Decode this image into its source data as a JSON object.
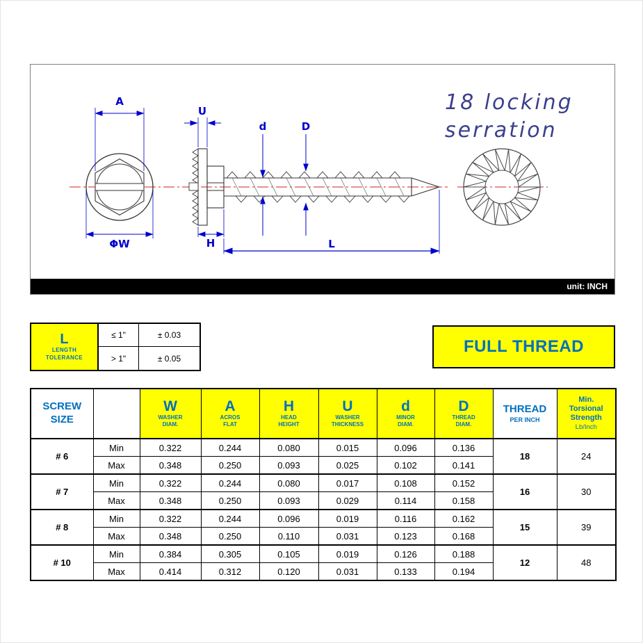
{
  "drawing": {
    "dim_labels": {
      "a": "A",
      "w": "ΦW",
      "u": "U",
      "d": "d",
      "big_d": "D",
      "h": "H",
      "l": "L"
    },
    "serration_note": {
      "line1": "18 locking",
      "line2": "serration"
    },
    "unit_label": "unit: INCH"
  },
  "tolerance_box": {
    "symbol": "L",
    "label_line1": "LENGTH",
    "label_line2": "TOLERANCE",
    "rows": [
      {
        "condition": "≤ 1\"",
        "value": "± 0.03"
      },
      {
        "condition": "> 1\"",
        "value": "± 0.05"
      }
    ]
  },
  "full_thread": {
    "label": "FULL THREAD"
  },
  "spec_table": {
    "screw_size_header": {
      "line1": "SCREW",
      "line2": "SIZE"
    },
    "dim_columns": [
      {
        "symbol": "W",
        "sub1": "WASHER",
        "sub2": "DIAM."
      },
      {
        "symbol": "A",
        "sub1": "ACROS",
        "sub2": "FLAT"
      },
      {
        "symbol": "H",
        "sub1": "HEAD",
        "sub2": "HEIGHT"
      },
      {
        "symbol": "U",
        "sub1": "WASHER",
        "sub2": "THICKNESS"
      },
      {
        "symbol": "d",
        "sub1": "MINOR",
        "sub2": "DIAM."
      },
      {
        "symbol": "D",
        "sub1": "THREAD",
        "sub2": "DIAM."
      }
    ],
    "thread_header": {
      "line1": "THREAD",
      "line2": "PER INCH"
    },
    "torsional_header": {
      "line1": "Min.",
      "line2": "Torsional",
      "line3": "Strength",
      "line4": "Lb/Inch"
    },
    "row_labels": {
      "min": "Min",
      "max": "Max"
    },
    "rows": [
      {
        "size": "# 6",
        "min": [
          "0.322",
          "0.244",
          "0.080",
          "0.015",
          "0.096",
          "0.136"
        ],
        "max": [
          "0.348",
          "0.250",
          "0.093",
          "0.025",
          "0.102",
          "0.141"
        ],
        "thread_per_inch": "18",
        "torsional_strength": "24"
      },
      {
        "size": "# 7",
        "min": [
          "0.322",
          "0.244",
          "0.080",
          "0.017",
          "0.108",
          "0.152"
        ],
        "max": [
          "0.348",
          "0.250",
          "0.093",
          "0.029",
          "0.114",
          "0.158"
        ],
        "thread_per_inch": "16",
        "torsional_strength": "30"
      },
      {
        "size": "# 8",
        "min": [
          "0.322",
          "0.244",
          "0.096",
          "0.019",
          "0.116",
          "0.162"
        ],
        "max": [
          "0.348",
          "0.250",
          "0.110",
          "0.031",
          "0.123",
          "0.168"
        ],
        "thread_per_inch": "15",
        "torsional_strength": "39"
      },
      {
        "size": "# 10",
        "min": [
          "0.384",
          "0.305",
          "0.105",
          "0.019",
          "0.126",
          "0.188"
        ],
        "max": [
          "0.414",
          "0.312",
          "0.120",
          "0.031",
          "0.133",
          "0.194"
        ],
        "thread_per_inch": "12",
        "torsional_strength": "48"
      }
    ]
  },
  "colors": {
    "accent_blue": "#0070c0",
    "highlight_yellow": "#ffff00",
    "dimension_blue": "#0000cc",
    "centerline_red": "#cc2222",
    "note_navy": "#3a3f8c"
  }
}
